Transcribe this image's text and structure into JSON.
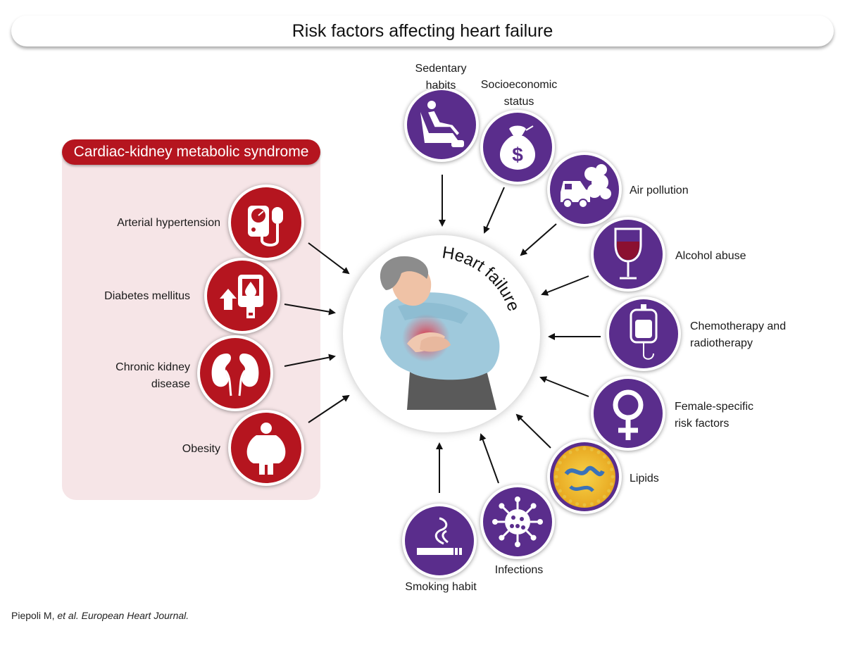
{
  "title": "Risk factors affecting heart failure",
  "center_label": "Heart failure",
  "ckm": {
    "header": "Cardiac-kidney metabolic syndrome",
    "items": [
      {
        "label": "Arterial hypertension",
        "icon": "blood-pressure-monitor-icon"
      },
      {
        "label": "Diabetes mellitus",
        "icon": "glucose-meter-icon"
      },
      {
        "label": "Chronic kidney disease",
        "icon": "kidneys-icon"
      },
      {
        "label": "Obesity",
        "icon": "obese-person-icon"
      }
    ]
  },
  "factors": [
    {
      "label": "Sedentary habits",
      "icon": "reclining-chair-icon"
    },
    {
      "label": "Socioeconomic status",
      "icon": "money-bag-icon"
    },
    {
      "label": "Air pollution",
      "icon": "car-exhaust-icon"
    },
    {
      "label": "Alcohol abuse",
      "icon": "wine-glass-icon"
    },
    {
      "label": "Chemotherapy and radiotherapy",
      "icon": "iv-bag-icon"
    },
    {
      "label": "Female-specific risk factors",
      "icon": "female-symbol-icon"
    },
    {
      "label": "Lipids",
      "icon": "lipid-molecule-icon"
    },
    {
      "label": "Infections",
      "icon": "virus-icon"
    },
    {
      "label": "Smoking habit",
      "icon": "cigarette-icon"
    }
  ],
  "citation": {
    "authors": "Piepoli M, ",
    "italic": "et al. European Heart Journal."
  },
  "colors": {
    "ckm_red": "#b5151f",
    "factor_purple": "#5a2d8c",
    "ckm_background": "#f6e5e7",
    "text": "#1a1a1a"
  }
}
